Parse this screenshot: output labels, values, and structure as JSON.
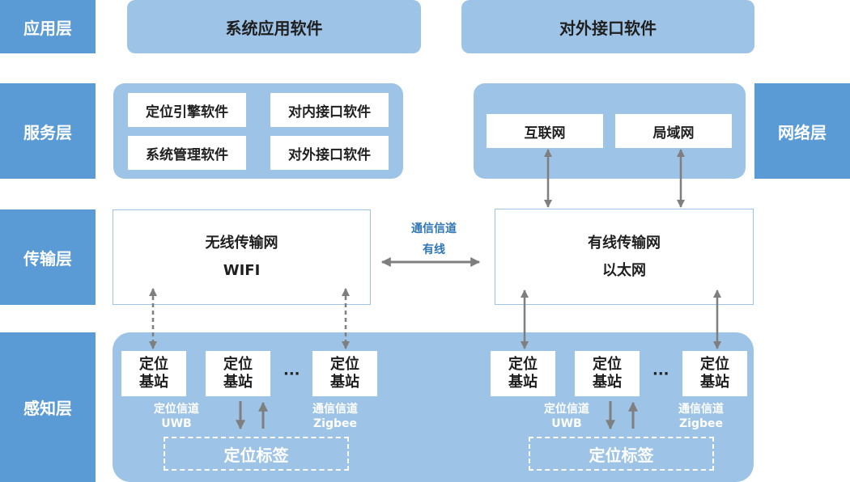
{
  "layers": {
    "application": "应用层",
    "service": "服务层",
    "transport": "传输层",
    "perception": "感知层",
    "network": "网络层"
  },
  "application": {
    "system_app": "系统应用软件",
    "external_api": "对外接口软件"
  },
  "service": {
    "positioning_engine": "定位引擎软件",
    "internal_api": "对内接口软件",
    "system_mgmt": "系统管理软件",
    "external_api": "对外接口软件"
  },
  "network": {
    "internet": "互联网",
    "lan": "局域网"
  },
  "transport": {
    "wireless_title": "无线传输网",
    "wireless_sub": "WIFI",
    "wired_title": "有线传输网",
    "wired_sub": "以太网",
    "channel_line1": "通信信道",
    "channel_line2": "有线"
  },
  "perception": {
    "station_line1": "定位",
    "station_line2": "基站",
    "ellipsis": "···",
    "pos_channel": "定位信道",
    "uwb": "UWB",
    "comm_channel": "通信信道",
    "zigbee": "Zigbee",
    "tag": "定位标签"
  },
  "colors": {
    "tab": "#5b9bd5",
    "panel": "#9dc3e6",
    "arrow": "#7f7f7f",
    "label_blue": "#2e75b6"
  }
}
